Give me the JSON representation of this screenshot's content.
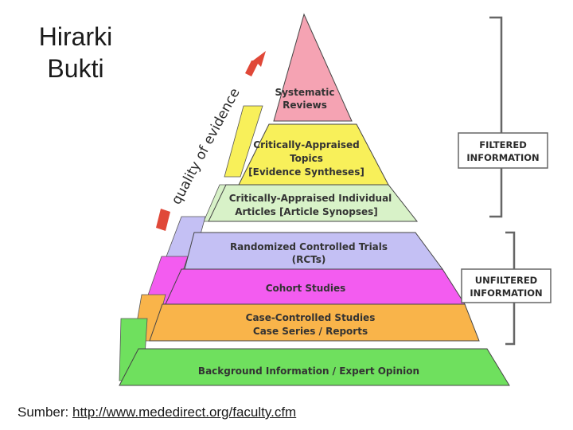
{
  "title": {
    "line1": "Hirarki",
    "line2": "Bukti"
  },
  "arrow_label": "quality of evidence",
  "levels": [
    {
      "line1": "Systematic",
      "line2": "Reviews",
      "line3": "",
      "color": "#f5a3b3"
    },
    {
      "line1": "Critically-Appraised",
      "line2": "Topics",
      "line3": "[Evidence Syntheses]",
      "color": "#f8f05a"
    },
    {
      "line1": "Critically-Appraised Individual",
      "line2": "Articles [Article Synopses]",
      "line3": "",
      "color": "#d8f2c8"
    },
    {
      "line1": "Randomized Controlled Trials",
      "line2": "(RCTs)",
      "line3": "",
      "color": "#c4c0f4"
    },
    {
      "line1": "Cohort Studies",
      "line2": "",
      "line3": "",
      "color": "#f35cf0"
    },
    {
      "line1": "Case-Controlled Studies",
      "line2": "Case Series / Reports",
      "line3": "",
      "color": "#f9b44a"
    },
    {
      "line1": "Background Information / Expert Opinion",
      "line2": "",
      "line3": "",
      "color": "#6fe05e"
    }
  ],
  "brackets": {
    "filtered": {
      "line1": "FILTERED",
      "line2": "INFORMATION"
    },
    "unfiltered": {
      "line1": "UNFILTERED",
      "line2": "INFORMATION"
    }
  },
  "source": {
    "prefix": "Sumber: ",
    "link": "http://www.mededirect.org/faculty.cfm"
  }
}
